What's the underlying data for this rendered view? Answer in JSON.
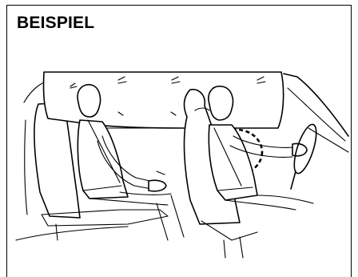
{
  "heading": "BEISPIEL",
  "illustration": {
    "airbags": [
      "curtain-shield-airbag",
      "side-airbag"
    ]
  }
}
